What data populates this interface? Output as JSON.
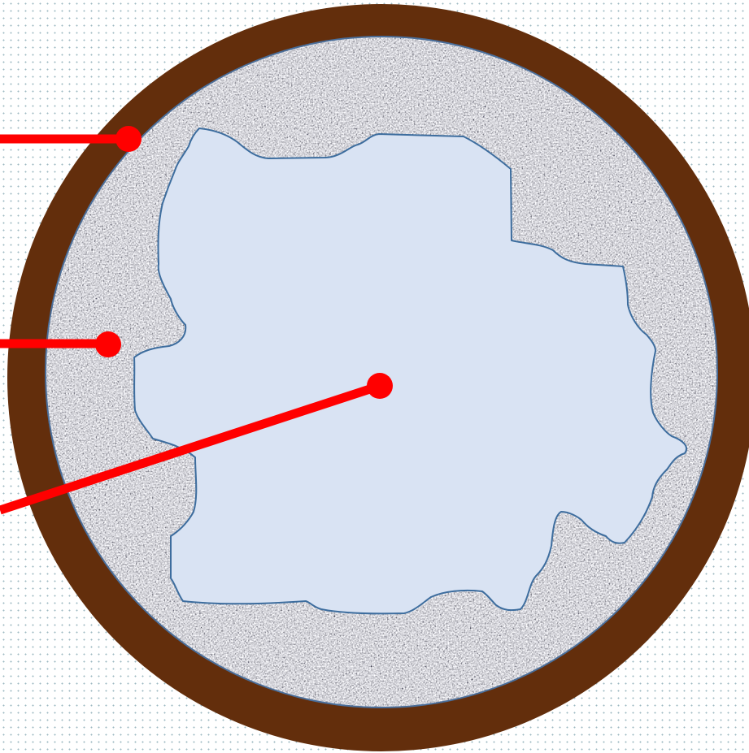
{
  "diagram": {
    "colors": {
      "outer_ring": "#632e0c",
      "ring_edge": "#4a6e9a",
      "porous_fill": "#d9e3f3",
      "porous_outline": "#3d6d9e",
      "pointer": "#ff0000",
      "speckle_base": "#b3b3b3",
      "page_dots": "#9cb8c2"
    },
    "layers": [
      "outer-ring",
      "speckled-annulus",
      "inner-porous-region"
    ],
    "pointers": [
      "pointer-outer-ring",
      "pointer-speckled-annulus",
      "pointer-inner-region"
    ]
  }
}
